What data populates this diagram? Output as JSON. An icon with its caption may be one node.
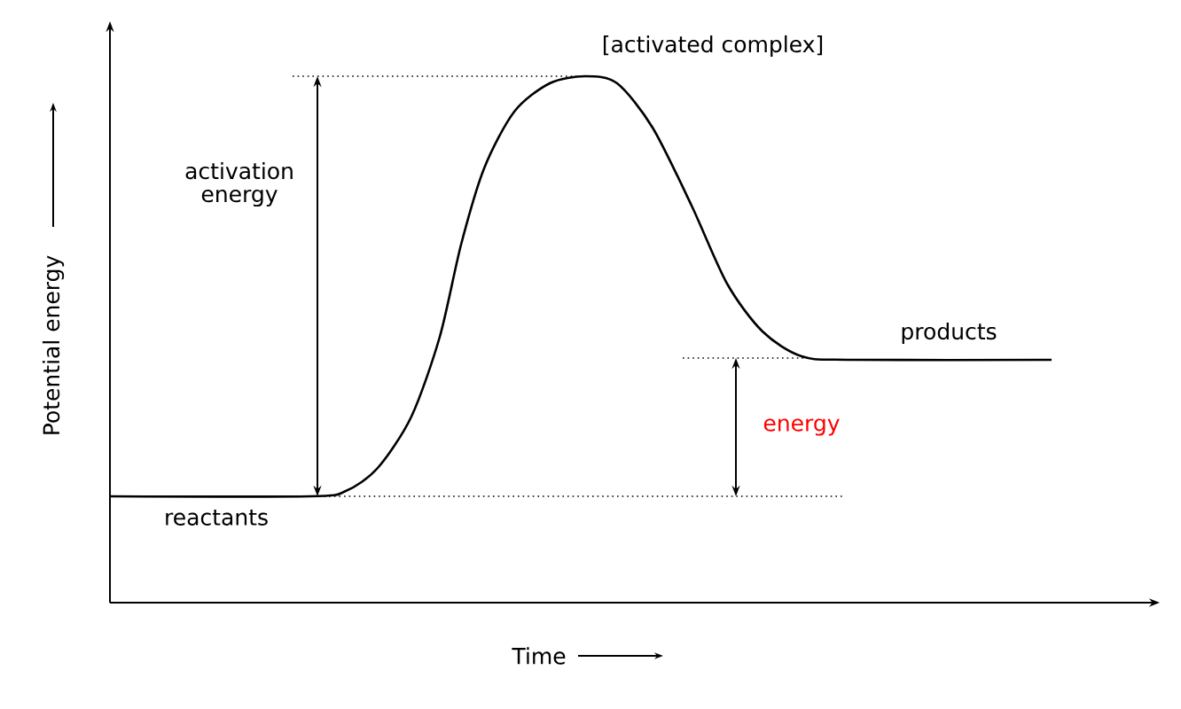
{
  "diagram": {
    "labels": [
      "[activated complex]",
      "activation energy",
      "products",
      "energy",
      "reactants",
      "Potential energy",
      "Time"
    ]
  }
}
